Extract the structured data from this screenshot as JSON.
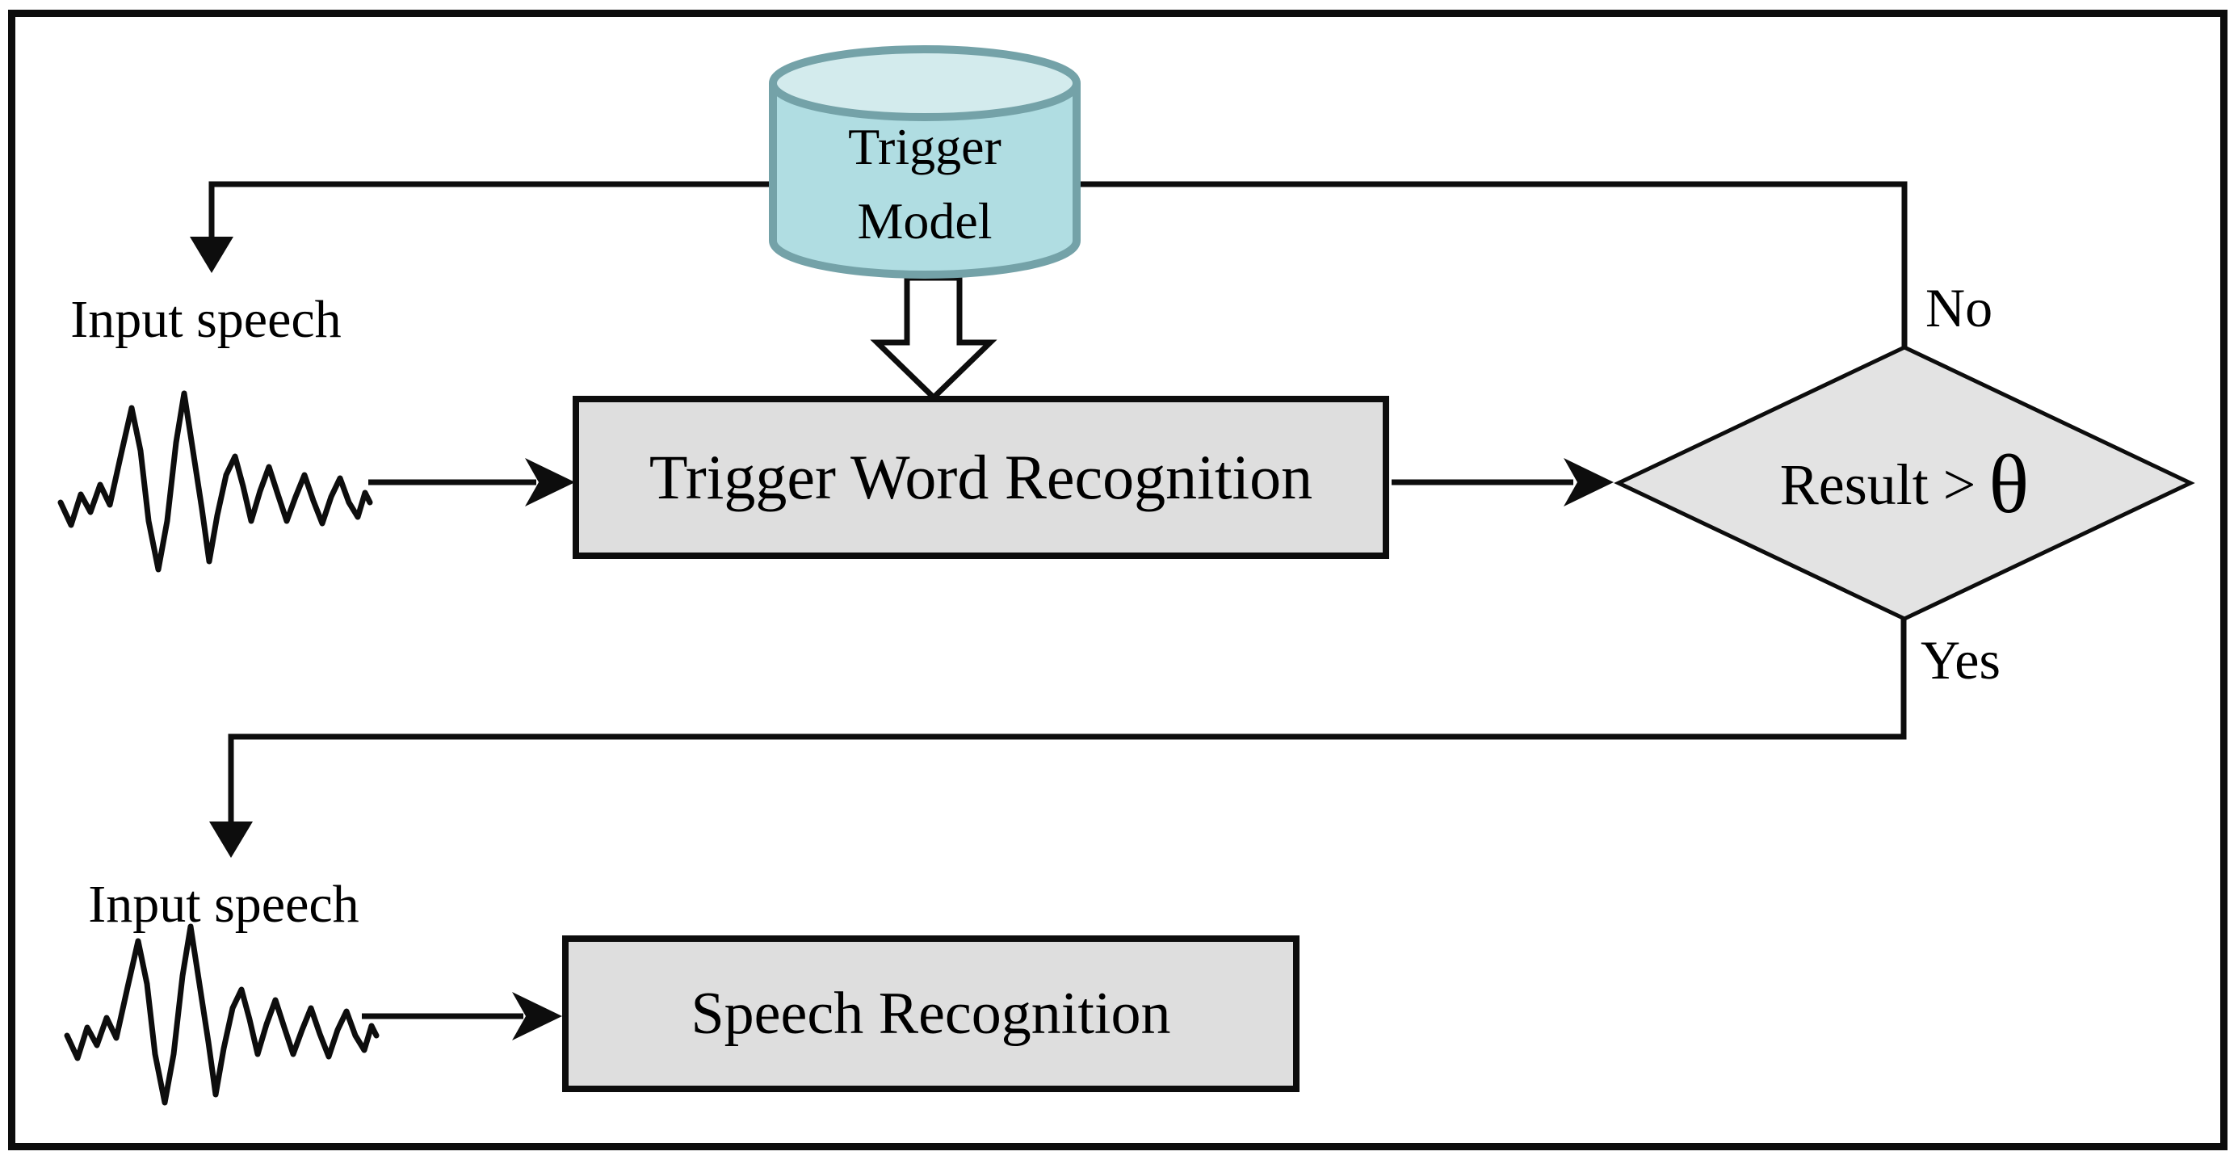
{
  "diagram": {
    "type": "flowchart",
    "topic": "trigger word detection pipeline"
  },
  "colors": {
    "line": "#0d0d0d",
    "box_fill": "#dedede",
    "box_stroke": "#0d0d0d",
    "diamond_fill": "#e3e3e3",
    "cylinder_body_fill": "#b0dde2",
    "cylinder_top_fill": "#d3ebed",
    "cylinder_stroke": "#74a2a8",
    "block_arrow_fill": "#ffffff"
  },
  "nodes": {
    "trigger_model": {
      "line1": "Trigger",
      "line2": "Model",
      "shape": "database-cylinder"
    },
    "trigger_word_recognition": {
      "label": "Trigger Word Recognition",
      "shape": "process-box"
    },
    "speech_recognition": {
      "label": "Speech Recognition",
      "shape": "process-box"
    },
    "decision": {
      "prefix": "Result >",
      "theta": "θ",
      "shape": "decision-diamond"
    }
  },
  "labels": {
    "input_speech_top": "Input speech",
    "input_speech_bottom": "Input speech",
    "no": "No",
    "yes": "Yes"
  }
}
